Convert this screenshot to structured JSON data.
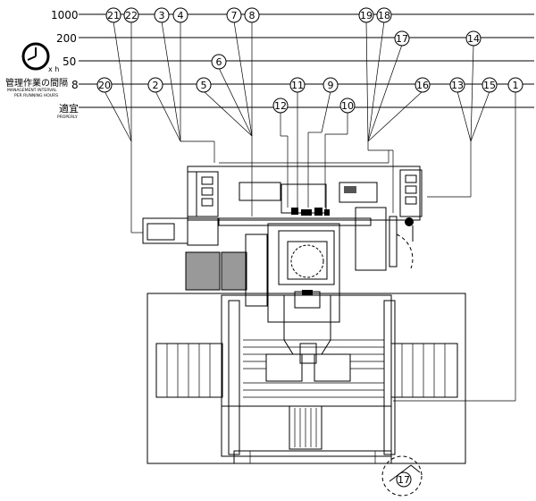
{
  "interval_levels": [
    {
      "label": "1000"
    },
    {
      "label": "200"
    },
    {
      "label": "50"
    },
    {
      "label": "8"
    },
    {
      "label": "適宜"
    }
  ],
  "legend": {
    "clock_unit": "x h",
    "title_jp": "管理作業の間隔",
    "title_en_1": "MANAGEMENT INTERVAL",
    "title_en_2": "PER RUNNING HOURS",
    "properly_en": "PROPERLY"
  },
  "callouts": [
    "1",
    "2",
    "3",
    "4",
    "5",
    "6",
    "7",
    "8",
    "9",
    "10",
    "11",
    "12",
    "13",
    "14",
    "15",
    "16",
    "17",
    "18",
    "19",
    "20",
    "21",
    "22"
  ],
  "inset_callout": "17"
}
